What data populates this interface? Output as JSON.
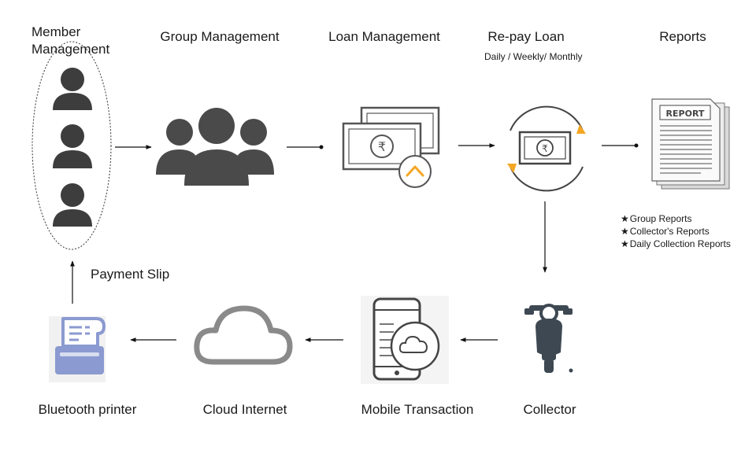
{
  "nodes": {
    "member_management": {
      "line1": "Member",
      "line2": "Management",
      "icon": "person-icon"
    },
    "group_management": {
      "label": "Group Management",
      "icon": "group-icon"
    },
    "loan_management": {
      "label": "Loan Management",
      "icon": "money-icon"
    },
    "repay_loan": {
      "label": "Re-pay Loan",
      "subtitle": "Daily / Weekly/ Monthly",
      "icon": "repay-cycle-icon"
    },
    "reports": {
      "label": "Reports",
      "icon": "report-document-icon",
      "icon_text": "REPORT",
      "items": [
        "Group Reports",
        "Collector's Reports",
        "Daily Collection Reports"
      ]
    },
    "collector": {
      "label": "Collector",
      "icon": "scooter-icon"
    },
    "mobile_transaction": {
      "label": "Mobile Transaction",
      "icon": "mobile-cloud-icon"
    },
    "cloud_internet": {
      "label": "Cloud Internet",
      "icon": "cloud-icon"
    },
    "bluetooth_printer": {
      "label": "Bluetooth printer",
      "icon": "printer-icon"
    },
    "payment_slip": {
      "label": "Payment Slip"
    }
  },
  "colors": {
    "icon_dark": "#3d3d3d",
    "icon_mid": "#555555",
    "cloud_gray": "#8a8a8a",
    "printer_blue": "#8b9ad0",
    "accent_orange": "#f5a623",
    "line": "#111111"
  }
}
